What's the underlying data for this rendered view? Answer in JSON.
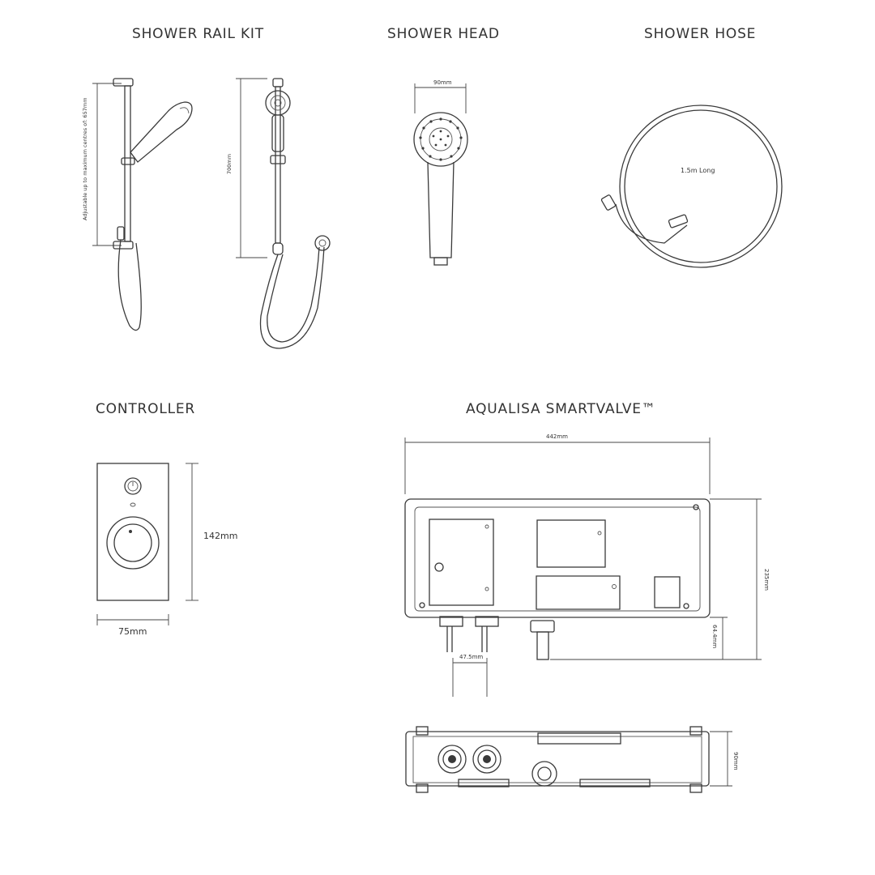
{
  "headings": {
    "rail_kit": "SHOWER RAIL KIT",
    "head": "SHOWER HEAD",
    "hose": "SHOWER HOSE",
    "controller": "CONTROLLER",
    "smartvalve": "AQUALISA SMARTVALVE™"
  },
  "dimensions": {
    "rail_adjust": "Adjustable up to maximum centres of: 657mm",
    "rail_height": "700mm",
    "head_width": "90mm",
    "hose_length": "1.5m Long",
    "controller_height": "142mm",
    "controller_width": "75mm",
    "valve_width": "442mm",
    "valve_height": "235mm",
    "valve_outlet": "64.4mm",
    "valve_inlet_spacing": "47.5mm",
    "valve_depth": "90mm"
  },
  "icons": [
    "power-icon",
    "dial-icon"
  ]
}
